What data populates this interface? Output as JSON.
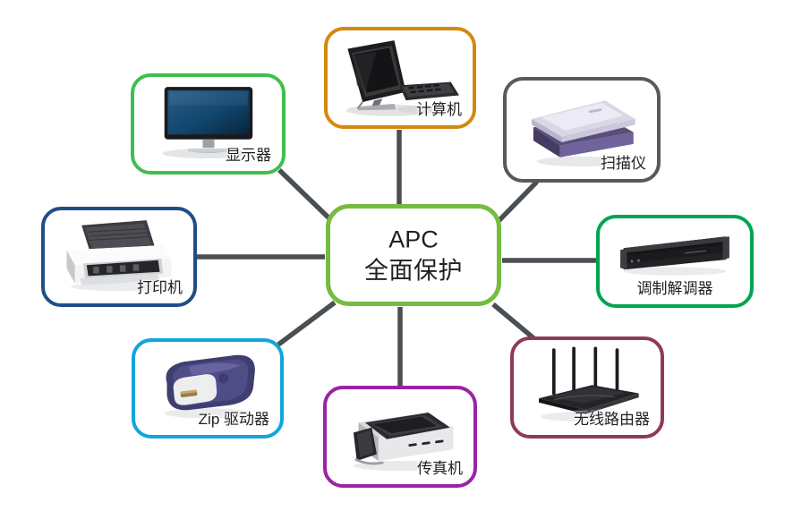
{
  "diagram": {
    "title": "APC 全面保护",
    "center": {
      "line1": "APC",
      "line2": "全面保护",
      "border_color": "#76bc3f"
    },
    "edge_color": "#4a4f54",
    "background_color": "#ffffff",
    "nodes": [
      {
        "id": "computer",
        "label": "计算机",
        "icon": "desktop-computer-icon",
        "border_color": "#d4890e",
        "label_align": "right"
      },
      {
        "id": "monitor",
        "label": "显示器",
        "icon": "monitor-icon",
        "border_color": "#3fbf4c",
        "label_align": "right"
      },
      {
        "id": "scanner",
        "label": "扫描仪",
        "icon": "flatbed-scanner-icon",
        "border_color": "#58595b",
        "label_align": "right"
      },
      {
        "id": "modem",
        "label": "调制解调器",
        "icon": "rack-modem-icon",
        "border_color": "#00a551",
        "label_align": "center"
      },
      {
        "id": "router",
        "label": "无线路由器",
        "icon": "wireless-router-icon",
        "border_color": "#8e3a5a",
        "label_align": "right"
      },
      {
        "id": "fax",
        "label": "传真机",
        "icon": "fax-machine-icon",
        "border_color": "#9b23a5",
        "label_align": "right"
      },
      {
        "id": "zip",
        "label": "Zip 驱动器",
        "icon": "zip-drive-icon",
        "border_color": "#12a5dc",
        "label_align": "right"
      },
      {
        "id": "printer",
        "label": "打印机",
        "icon": "inkjet-printer-icon",
        "border_color": "#1f4e87",
        "label_align": "right"
      }
    ],
    "edges": [
      {
        "from": "center",
        "to": "computer"
      },
      {
        "from": "center",
        "to": "monitor"
      },
      {
        "from": "center",
        "to": "scanner"
      },
      {
        "from": "center",
        "to": "modem"
      },
      {
        "from": "center",
        "to": "router"
      },
      {
        "from": "center",
        "to": "fax"
      },
      {
        "from": "center",
        "to": "zip"
      },
      {
        "from": "center",
        "to": "printer"
      }
    ]
  }
}
